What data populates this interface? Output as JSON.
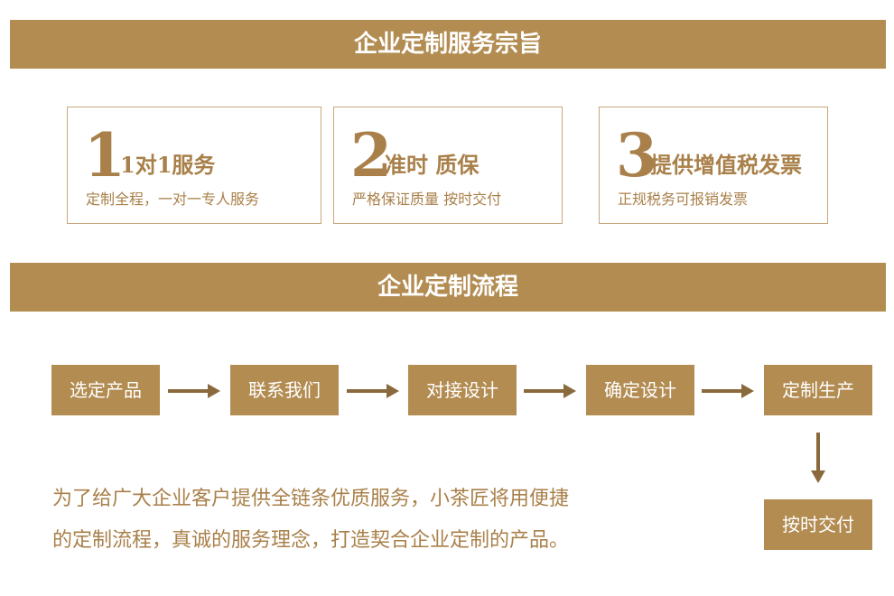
{
  "banners": {
    "purpose": "企业定制服务宗旨",
    "process": "企业定制流程"
  },
  "features": [
    {
      "num": "1",
      "title": "1对1服务",
      "subtitle": "定制全程，一对一专人服务"
    },
    {
      "num": "2",
      "title": "准时  质保",
      "subtitle": "严格保证质量  按时交付"
    },
    {
      "num": "3",
      "title": "提供增值税发票",
      "subtitle": "正规税务可报销发票"
    }
  ],
  "steps": [
    "选定产品",
    "联系我们",
    "对接设计",
    "确定设计",
    "定制生产",
    "按时交付"
  ],
  "description": {
    "line1": "为了给广大企业客户提供全链条优质服务，小茶匠将用便捷",
    "line2": "的定制流程，真诚的服务理念，打造契合企业定制的产品。"
  },
  "colors": {
    "accent": "#b38c52",
    "text_gold": "#a9804a",
    "border": "#c8a77a",
    "arrow": "#8a6a3c"
  }
}
